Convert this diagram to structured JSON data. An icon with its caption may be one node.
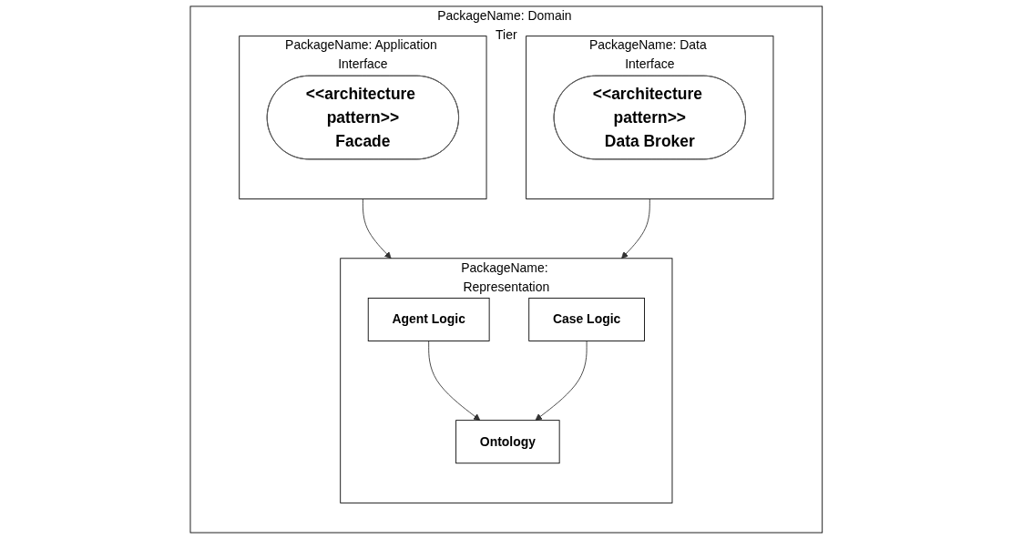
{
  "diagram": {
    "nodes": [
      {
        "text": [
          "PackageName: Domain Tier"
        ]
      },
      {
        "text": [
          "PackageName: Application Interface"
        ],
        "in": 0
      },
      {
        "text": [
          "<<architecture pattern>>",
          "Facade"
        ],
        "in": 1
      },
      {
        "text": [
          "PackageName: Representation"
        ],
        "in": 0
      },
      {
        "text": [
          "Agent Logic"
        ],
        "in": 3
      },
      {
        "text": [
          "Ontology"
        ],
        "in": 3
      },
      {
        "text": [
          "Case Logic"
        ],
        "in": 3
      },
      {
        "text": [
          "PackageName: Data Interface"
        ],
        "in": 0
      },
      {
        "text": [
          "<<architecture pattern>>",
          "Data Broker"
        ],
        "in": 7
      }
    ],
    "edges": [
      {
        "from": 1,
        "to": 3,
        "arrow": "to"
      },
      {
        "from": 7,
        "to": 3,
        "arrow": "to"
      },
      {
        "from": 4,
        "to": 5,
        "arrow": "to"
      },
      {
        "from": 6,
        "to": 5,
        "arrow": "to"
      }
    ]
  }
}
